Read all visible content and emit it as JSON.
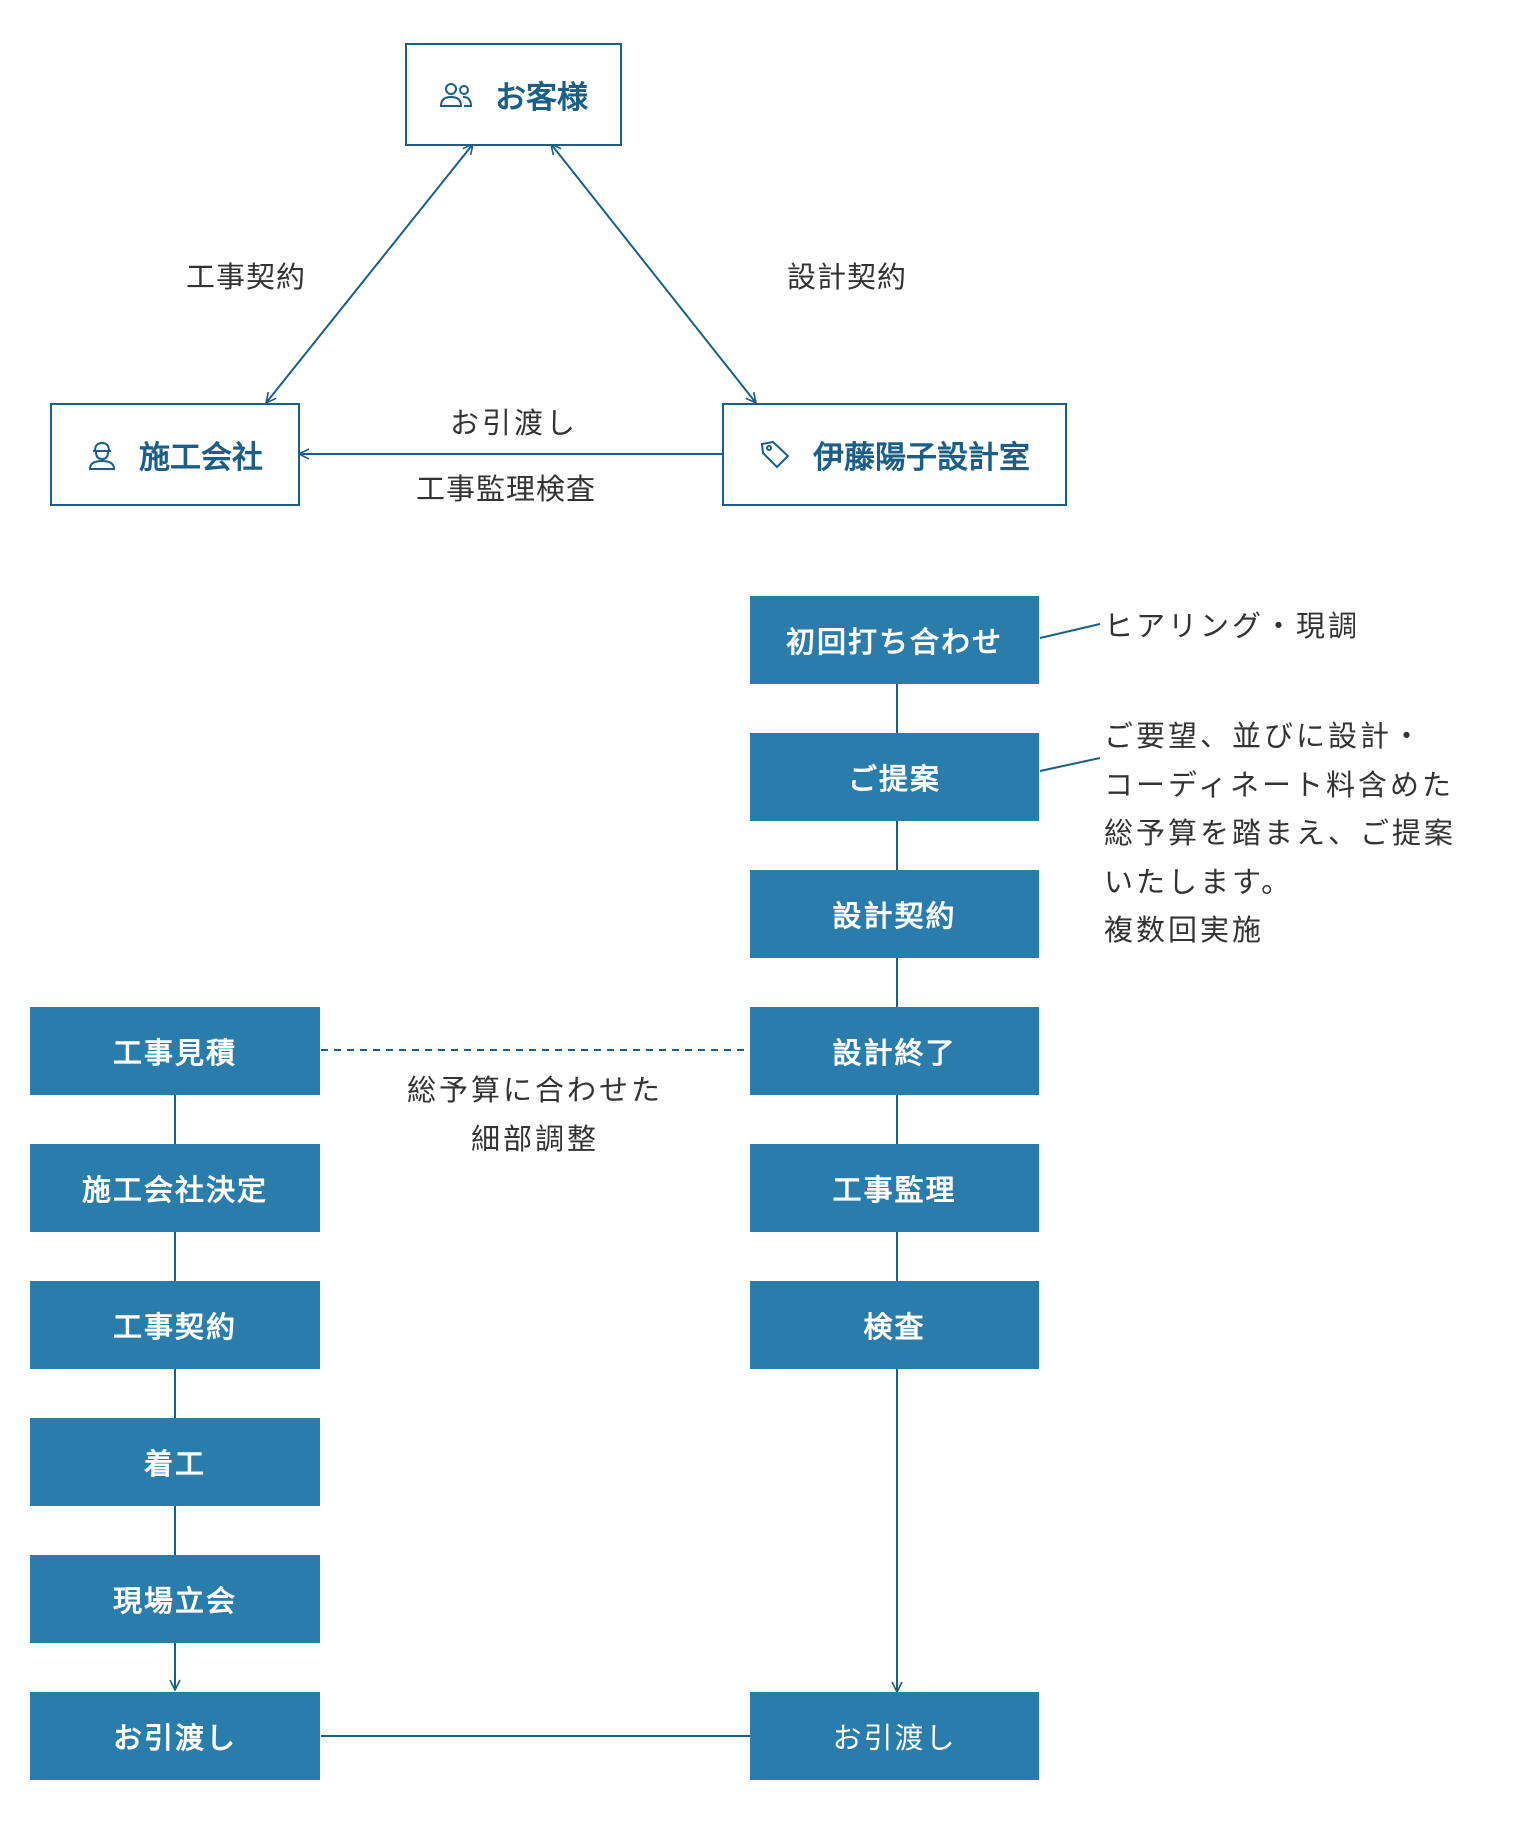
{
  "parties": {
    "customer": "お客様",
    "contractor": "施工会社",
    "designer": "伊藤陽子設計室"
  },
  "relations": {
    "construction_contract": "工事契約",
    "design_contract": "設計契約",
    "handover": "お引渡し",
    "supervision_inspection": "工事監理検査"
  },
  "design_flow": [
    "初回打ち合わせ",
    "ご提案",
    "設計契約",
    "設計終了",
    "工事監理",
    "検査",
    "お引渡し"
  ],
  "construction_flow": [
    "工事見積",
    "施工会社決定",
    "工事契約",
    "着工",
    "現場立会",
    "お引渡し"
  ],
  "notes": {
    "hearing": "ヒアリング・現調",
    "proposal_lines": [
      "ご要望、並びに設計・",
      "コーディネート料含めた",
      "総予算を踏まえ、ご提案",
      "いたします。",
      "複数回実施"
    ],
    "adjust_lines": [
      "総予算に合わせた",
      "細部調整"
    ]
  },
  "icons": {
    "customer": "users-icon",
    "contractor": "worker-icon",
    "designer": "tag-icon"
  },
  "colors": {
    "line": "#1b5e86",
    "box_fill": "#2a7dab",
    "text": "#333333"
  }
}
